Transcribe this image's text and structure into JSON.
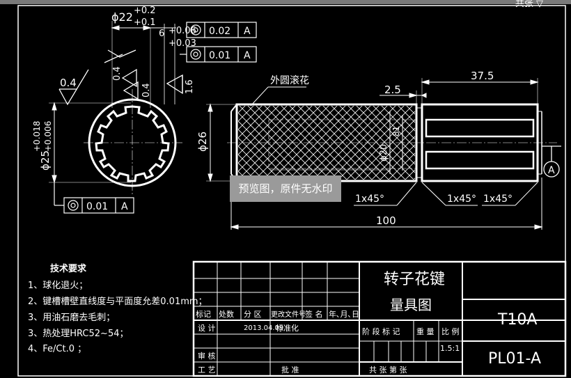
{
  "window": {
    "topbar_right": "共张 ▽"
  },
  "drawing": {
    "dim_phi22": "ϕ22",
    "tol_phi22_upper": "+0.2",
    "tol_phi22_lower": "+0.1",
    "dim_6": "6",
    "tol_6_upper": "+0.06",
    "tol_6_lower": "+0.03",
    "gdt1_value": "0.02",
    "gdt1_datum": "A",
    "gdt2_value": "0.01",
    "gdt2_datum": "A",
    "gdt3_value": "0.01",
    "gdt3_datum": "A",
    "rough_04_left": "0.4",
    "rough_04_mid_a": "0.4",
    "rough_04_mid_b": "0.4",
    "rough_16": "1.6",
    "dim_phi25": "ϕ25",
    "tol_phi25_upper": "+0.018",
    "tol_phi25_lower": "+0.006",
    "knurl_label": "外圆滚花",
    "dim_37_5": "37.5",
    "dim_2_5": "2.5",
    "dim_phi26": "ϕ26",
    "dim_phi20": "ϕ20",
    "dim_81": "81",
    "chamfer_1": "1x45°",
    "chamfer_2": "1x45°",
    "chamfer_3": "1x45°",
    "dim_100": "100",
    "datum_label": "A"
  },
  "watermark": "预览图，原件无水印",
  "tech_requirements": {
    "title": "技术要求",
    "items": [
      "1、球化退火；",
      "2、键槽槽壁直线度与平面度允差0.01mm；",
      "3、用油石磨去毛刺；",
      "3、热处理HRC52~54；",
      "4、Fe/Ct.0 ；"
    ]
  },
  "title_block": {
    "part_name_1": "转子花键",
    "part_name_2": "量具图",
    "material": "T10A",
    "drawing_no": "PL01-A",
    "row_headers": [
      "标记",
      "处数",
      "分 区",
      "更改文件号",
      "签 名",
      "年､月､日"
    ],
    "design": "设 计",
    "date": "2013.04.09",
    "standardize": "标准化",
    "stage_mark": "阶 段 标 记",
    "weight": "重 量",
    "scale": "比 例",
    "scale_value": "1.5:1",
    "review": "审 核",
    "process": "工 艺",
    "approve": "批 准",
    "sheets": "共    张 第    张"
  }
}
